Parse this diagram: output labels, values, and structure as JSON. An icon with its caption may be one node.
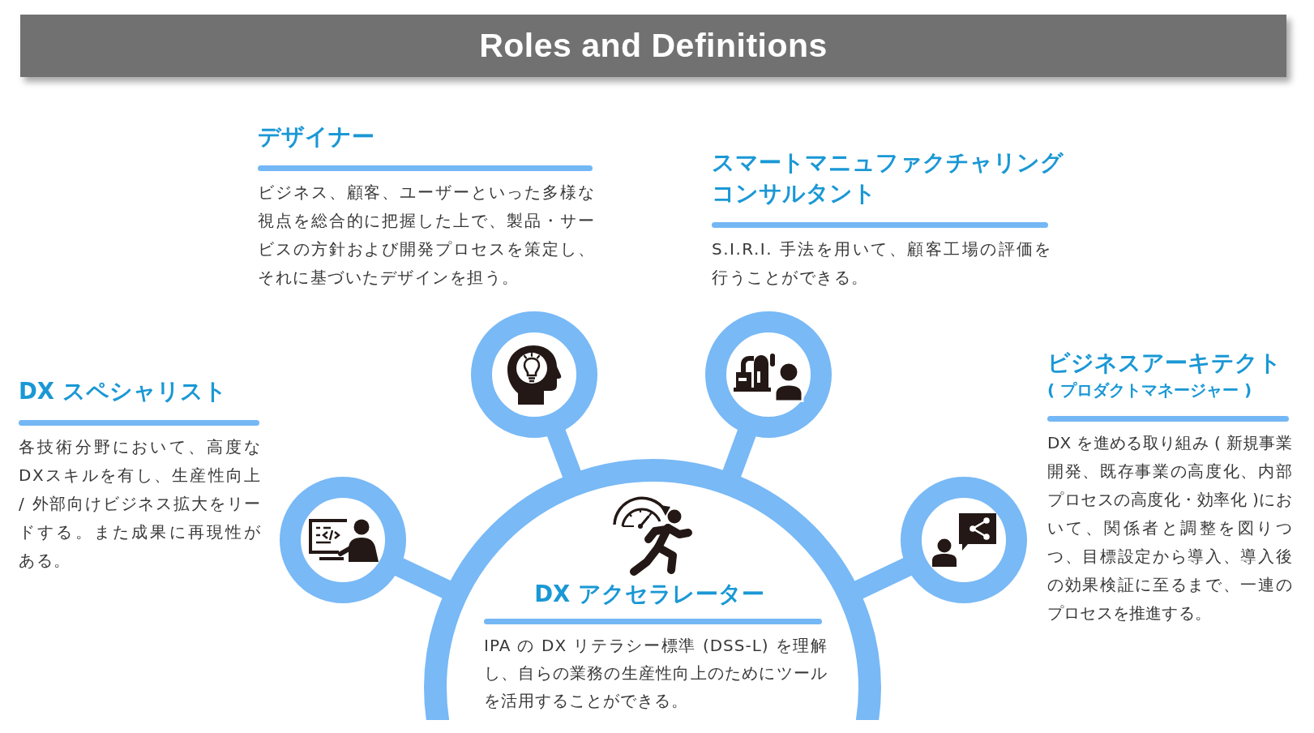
{
  "diagram": {
    "title": "Roles and Definitions",
    "nodes": [
      {
        "text": [],
        "shape": "circle",
        "beside": [
          "デザイナー",
          "ビジネス、顧客、ユーザーといった多様な視点を総合的に把握した上で、製品・サービスの方針および開発プロセスを策定し、それに基づいたデザインを担う。"
        ]
      },
      {
        "text": [],
        "shape": "circle",
        "beside": [
          "スマートマニュファクチャリングコンサルタント",
          "S.I.R.I. 手法を用いて、顧客工場の評価を行うことができる。"
        ]
      },
      {
        "text": [],
        "shape": "circle",
        "beside": [
          "DX スペシャリスト",
          "各技術分野において、高度なDXスキルを有し、生産性向上 / 外部向けビジネス拡大をリードする。また成果に再現性がある。"
        ]
      },
      {
        "text": [],
        "shape": "circle",
        "beside": [
          "ビジネスアーキテクト",
          "( プロダクトマネージャー )",
          "DX を進める取り組み ( 新規事業開発、既存事業の高度化、内部プロセスの高度化・効率化 )において、関係者と調整を図りつつ、目標設定から導入、導入後の効果検証に至るまで、一連のプロセスを推進する。"
        ]
      },
      {
        "text": [
          "DX アクセラレーター",
          "IPA の DX リテラシー標準 (DSS-L) を理解し、自らの業務の生産性向上のためにツールを活用することができる。"
        ]
      }
    ],
    "edges": [
      {
        "from": 4,
        "to": 0,
        "arrow": "none"
      },
      {
        "from": 4,
        "to": 1,
        "arrow": "none"
      },
      {
        "from": 4,
        "to": 2,
        "arrow": "none"
      },
      {
        "from": 4,
        "to": 3,
        "arrow": "none"
      }
    ]
  }
}
